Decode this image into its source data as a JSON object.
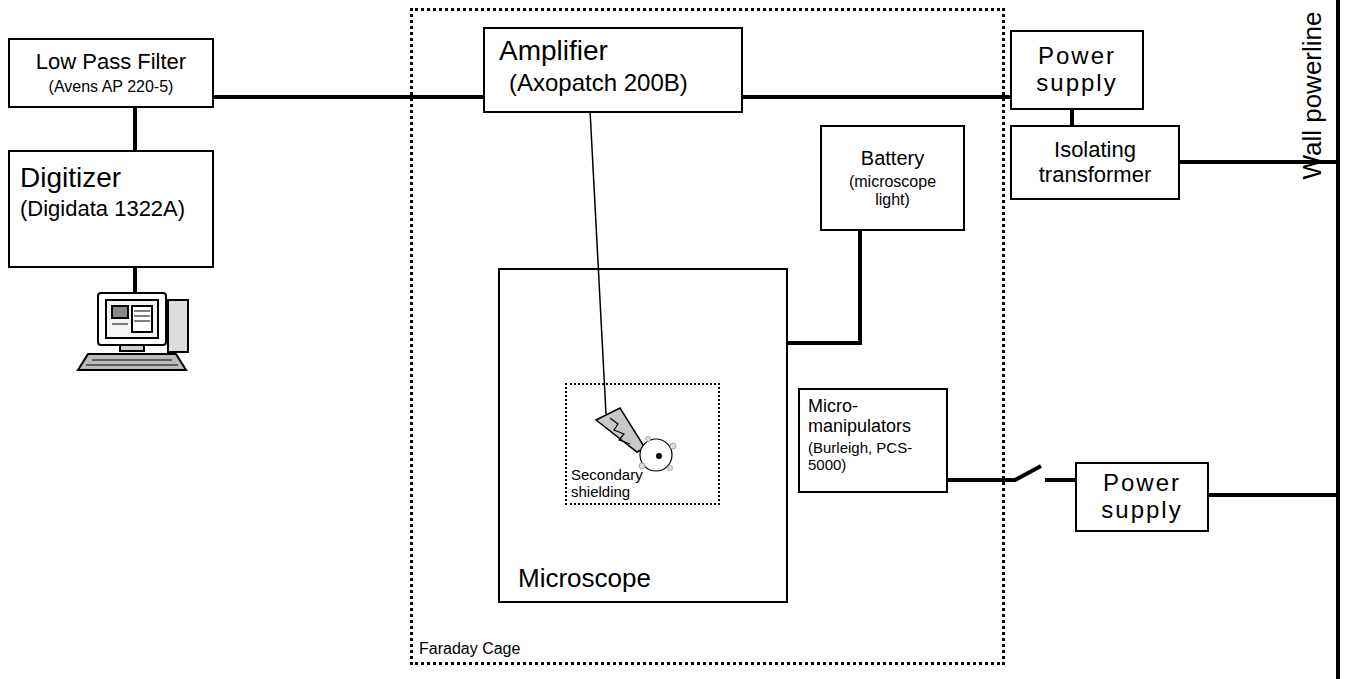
{
  "diagram": {
    "nodes": [
      {
        "text": [
          "Low Pass Filter",
          "(Avens AP 220-5)"
        ]
      },
      {
        "text": [
          "Faraday Cage"
        ]
      },
      {
        "text": [
          "Amplifier",
          "(Axopatch 200B)"
        ],
        "in": 1
      },
      {
        "text": [
          "Battery",
          "(microscope light)"
        ],
        "in": 1
      },
      {
        "text": [
          "Microscope"
        ],
        "in": 1
      },
      {
        "text": [
          "Secondary shielding"
        ],
        "in": 4
      },
      {
        "text": [
          "Micro- manipulators",
          "(Burleigh, PCS-5000)"
        ],
        "in": 1
      },
      {
        "text": [
          "Power supply"
        ]
      },
      {
        "text": [
          "Isolating transformer"
        ]
      },
      {
        "text": [
          "Power supply"
        ]
      },
      {
        "text": [
          "Digitizer",
          "(Digidata 1322A)"
        ]
      }
    ],
    "edges": [
      {
        "from": 0,
        "to": 2,
        "arrow": "none"
      },
      {
        "from": 0,
        "to": 10,
        "arrow": "none"
      },
      {
        "from": 2,
        "to": 7,
        "arrow": "none"
      },
      {
        "from": 7,
        "to": 8,
        "arrow": "none"
      },
      {
        "from": 4,
        "to": 3,
        "arrow": "none"
      },
      {
        "from": 6,
        "to": 9,
        "arrow": "none"
      }
    ],
    "labels": [
      "Wall powerline"
    ]
  }
}
